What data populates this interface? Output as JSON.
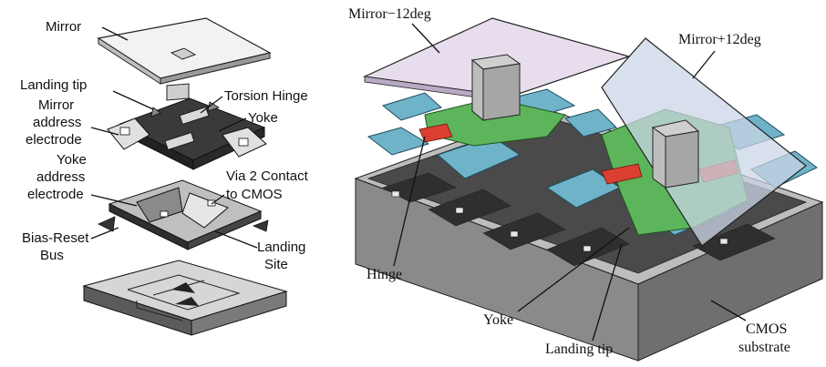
{
  "left_panel": {
    "mirror": "Mirror",
    "landing_tip": "Landing tip",
    "mirror_address_electrode_1": "Mirror",
    "mirror_address_electrode_2": "address",
    "mirror_address_electrode_3": "electrode",
    "torsion_hinge": "Torsion Hinge",
    "yoke": "Yoke",
    "yoke_address_electrode_1": "Yoke",
    "yoke_address_electrode_2": "address",
    "yoke_address_electrode_3": "electrode",
    "via_contact_1": "Via 2 Contact",
    "via_contact_2": "to CMOS",
    "bias_reset_bus_1": "Bias-Reset",
    "bias_reset_bus_2": "Bus",
    "landing_site_1": "Landing",
    "landing_site_2": "Site"
  },
  "right_panel": {
    "mirror_minus": "Mirror−12deg",
    "mirror_plus": "Mirror+12deg",
    "hinge": "Hinge",
    "yoke": "Yoke",
    "landing_tip": "Landing tip",
    "cmos_substrate_1": "CMOS",
    "cmos_substrate_2": "substrate"
  },
  "colors": {
    "mirror_minus_fill": "#e3d7ea",
    "mirror_plus_fill": "#c9d6e6",
    "electrode_blue": "#6fb3c9",
    "yoke_green": "#5cb55a",
    "hinge_red": "#d9402f",
    "substrate_gray": "#8a8a8a",
    "dark_layer": "#3c3c3c"
  }
}
